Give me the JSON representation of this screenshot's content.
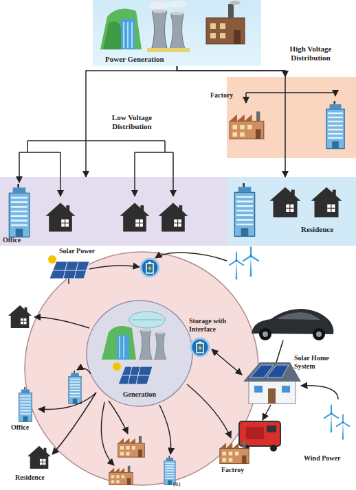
{
  "diagram": {
    "nodes": [
      {
        "text": [
          "Power Generation"
        ]
      },
      {
        "text": [
          "High Voltage Distribution"
        ]
      },
      {
        "text": [
          "Low Voltage Distribution"
        ]
      },
      {
        "text": [
          "Residence"
        ]
      },
      {
        "text": [
          "Storage with Interface"
        ]
      },
      {
        "text": [
          "Generation"
        ],
        "in": 4
      }
    ],
    "edges": [
      {
        "from": 0,
        "to": 2,
        "arrow": "to"
      },
      {
        "from": 0,
        "to": 1,
        "arrow": "to"
      },
      {
        "from": 0,
        "to": 3,
        "arrow": "to"
      }
    ],
    "labels": [
      "Factory",
      "Office",
      "Solar Power",
      "Solar Home System",
      "Wind Power",
      "Office",
      "Residence",
      "Factroy",
      "(b)"
    ]
  }
}
